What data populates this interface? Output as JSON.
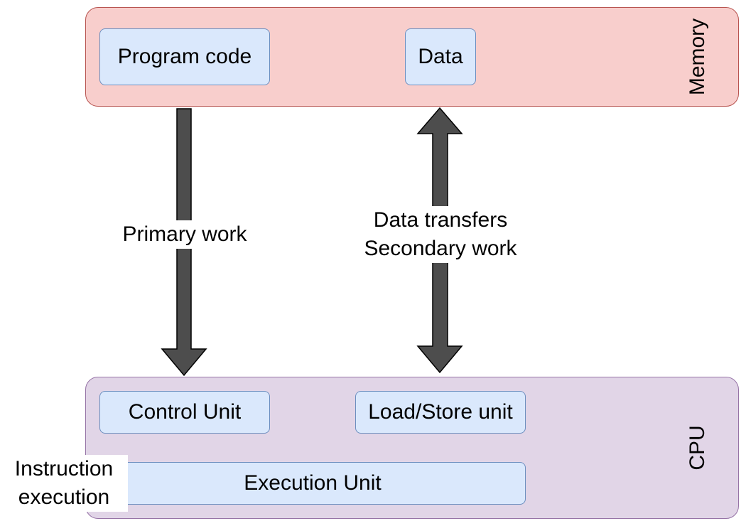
{
  "memory": {
    "label": "Memory",
    "program_code": "Program code",
    "data": "Data"
  },
  "cpu": {
    "label": "CPU",
    "control_unit": "Control Unit",
    "load_store_unit": "Load/Store unit",
    "execution_unit": "Execution Unit"
  },
  "edges": {
    "primary": "Primary work",
    "data_transfers": "Data transfers",
    "secondary": "Secondary work"
  },
  "instruction_execution": {
    "line1": "Instruction",
    "line2": "execution"
  },
  "colors": {
    "memory_fill": "#f8cecc",
    "memory_stroke": "#b85450",
    "cpu_fill": "#e1d5e7",
    "cpu_stroke": "#9673a6",
    "box_fill": "#dae8fc",
    "box_stroke": "#6c8ebf",
    "arrow_fill": "#4d4d4d"
  }
}
